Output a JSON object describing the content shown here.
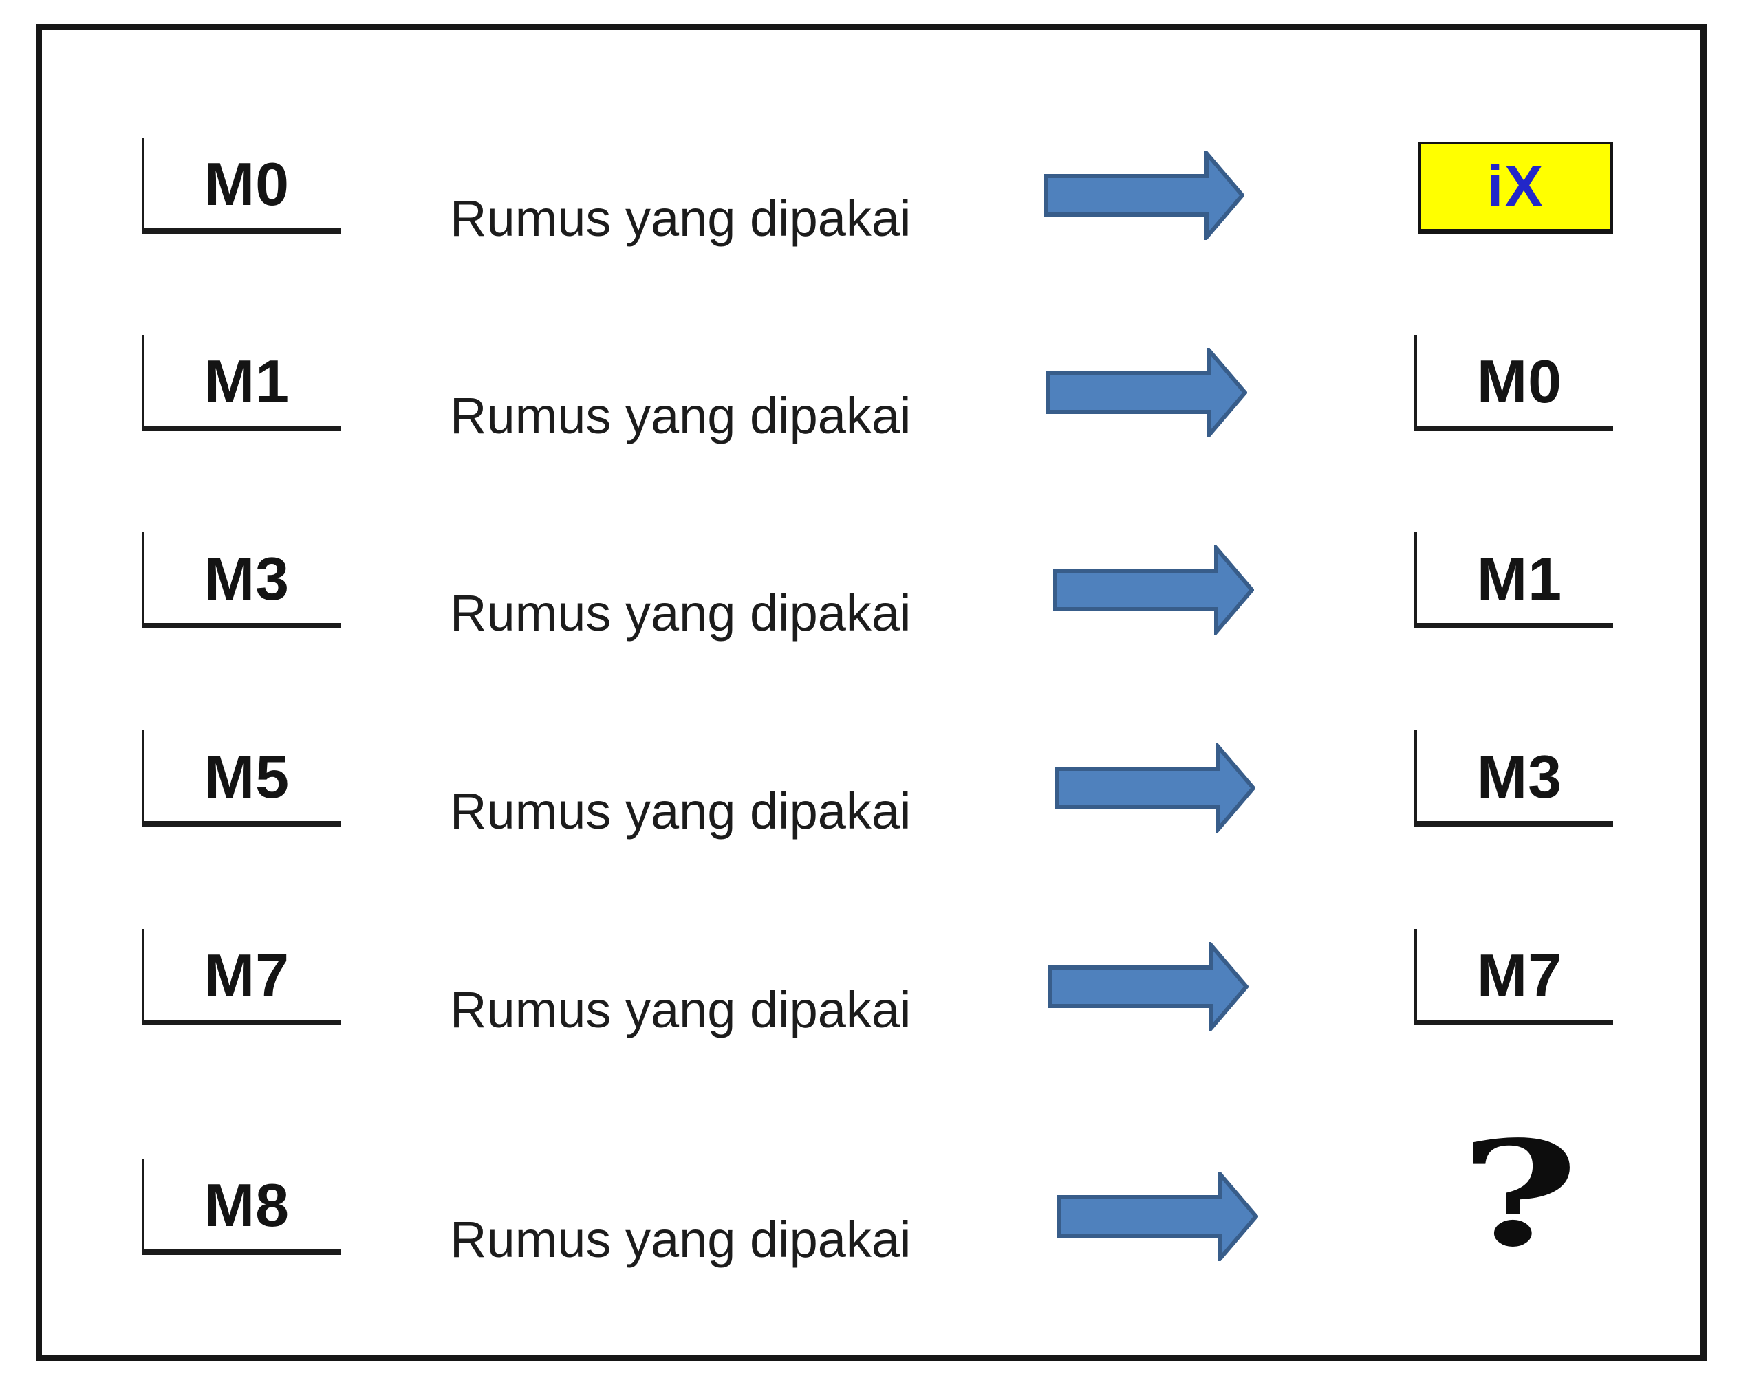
{
  "diagram": {
    "description": "Flow diagram mapping source chord/label brackets through a process to result labels",
    "process_text": "Rumus yang dipakai"
  },
  "rows": [
    {
      "source": "M0",
      "process": "Rumus yang dipakai",
      "result": "iX",
      "result_type": "highlighted-box"
    },
    {
      "source": "M1",
      "process": "Rumus yang dipakai",
      "result": "M0",
      "result_type": "bracket"
    },
    {
      "source": "M3",
      "process": "Rumus yang dipakai",
      "result": "M1",
      "result_type": "bracket"
    },
    {
      "source": "M5",
      "process": "Rumus yang dipakai",
      "result": "M3",
      "result_type": "bracket"
    },
    {
      "source": "M7",
      "process": "Rumus yang dipakai",
      "result": "M7",
      "result_type": "bracket"
    },
    {
      "source": "M8",
      "process": "Rumus yang dipakai",
      "result": "?",
      "result_type": "question-mark"
    }
  ],
  "icons": {
    "arrow": "right-arrow"
  },
  "colors": {
    "arrow_fill": "#4F81BD",
    "arrow_border": "#385D8A",
    "highlight_box_fill": "#FFFF00",
    "highlight_box_text": "#2227C9",
    "line_color": "#1b1b1b",
    "frame_border": "#161616",
    "text_color": "#161616",
    "background": "#FFFFFF"
  }
}
